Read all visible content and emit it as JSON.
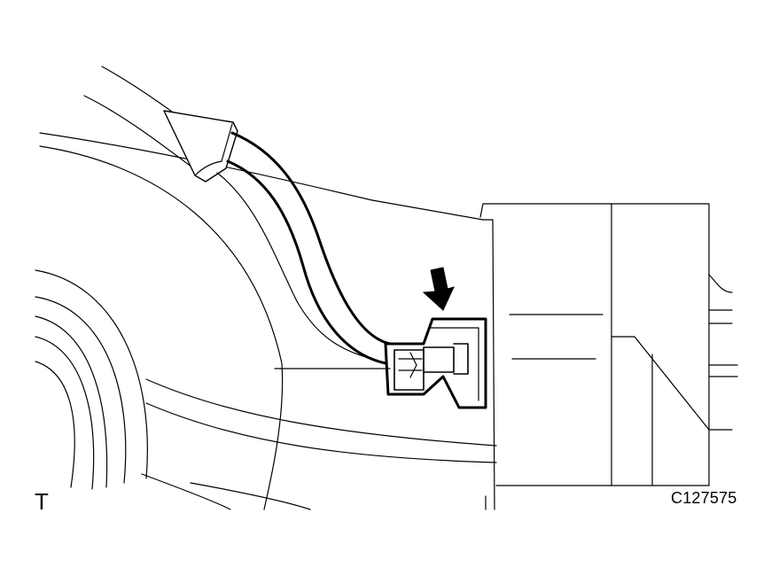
{
  "figure": {
    "id_label": "C127575",
    "view_mark": "T"
  },
  "callout": {
    "arrow_icon": "arrow-down-icon",
    "target": "connector"
  },
  "colors": {
    "line": "#000000",
    "background": "#ffffff"
  }
}
